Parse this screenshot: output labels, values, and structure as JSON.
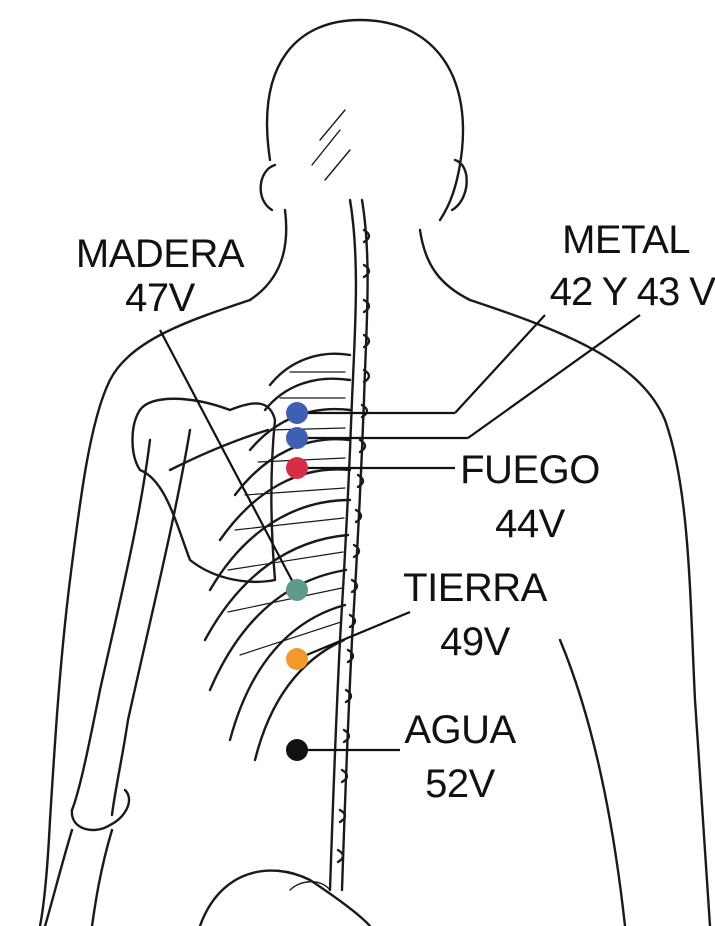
{
  "labels": {
    "madera": {
      "name": "MADERA",
      "code": "47V"
    },
    "metal": {
      "name": "METAL",
      "code": "42 Y 43 V"
    },
    "fuego": {
      "name": "FUEGO",
      "code": "44V"
    },
    "tierra": {
      "name": "TIERRA",
      "code": "49V"
    },
    "agua": {
      "name": "AGUA",
      "code": "52V"
    }
  },
  "colors": {
    "metal": "#3f5fb0",
    "fuego": "#d92d45",
    "tierra": "#5e9a8c",
    "madera": "#5e9a8c",
    "earth_orange": "#f29a2e",
    "agua": "#111111",
    "ink": "#1a1a1a"
  }
}
